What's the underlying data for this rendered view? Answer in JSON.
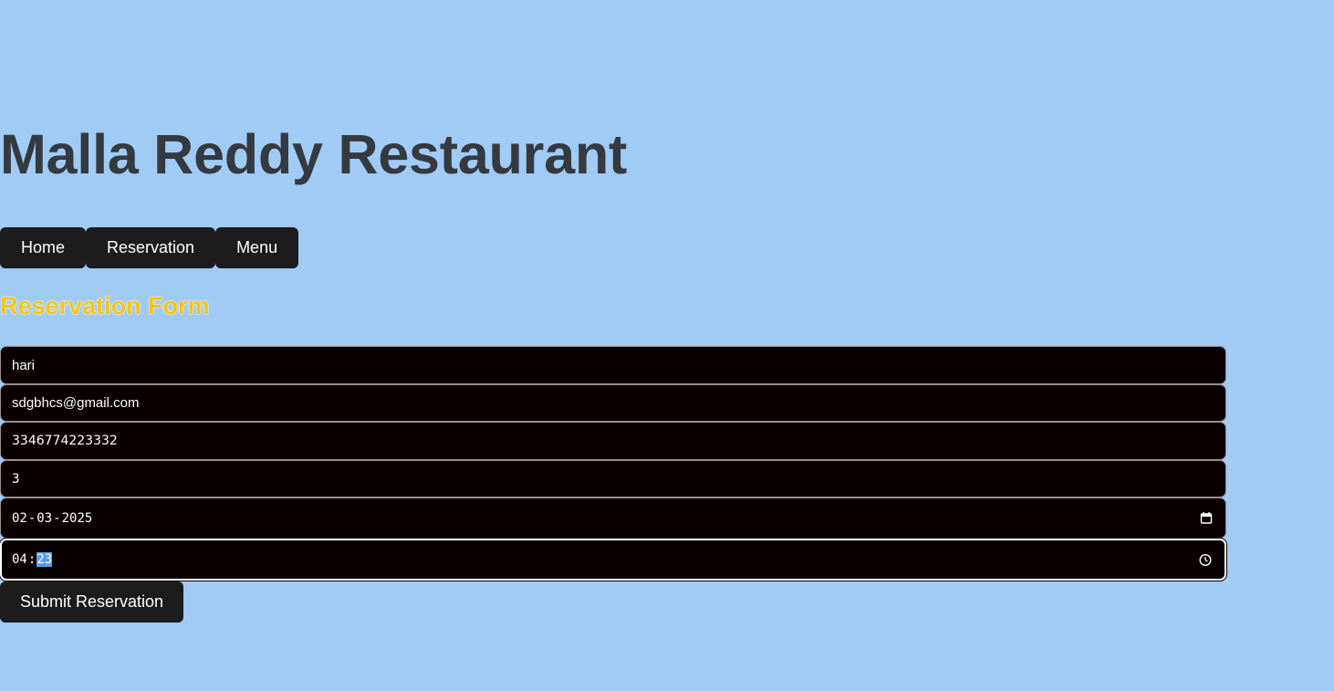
{
  "header": {
    "title": "Malla Reddy Restaurant"
  },
  "nav": {
    "items": [
      {
        "label": "Home"
      },
      {
        "label": "Reservation"
      },
      {
        "label": "Menu"
      }
    ]
  },
  "form": {
    "title": "Reservation Form",
    "name_value": "hari",
    "email_value": "sdgbhcs@gmail.com",
    "phone_value": "3346774223332",
    "guests_value": "3",
    "date": {
      "day": "02",
      "month": "03",
      "year": "2025",
      "separator": "-",
      "icon": "calendar-icon"
    },
    "time": {
      "hour": "04",
      "minute": "23",
      "separator": ":",
      "icon": "clock-icon"
    },
    "submit_label": "Submit Reservation"
  },
  "colors": {
    "background": "#a0cbf5",
    "title_text": "#343a40",
    "button_bg": "#1c1c1c",
    "form_title": "#f5c518",
    "field_bg": "#0b0000",
    "selection_highlight": "#5b9ef0"
  }
}
